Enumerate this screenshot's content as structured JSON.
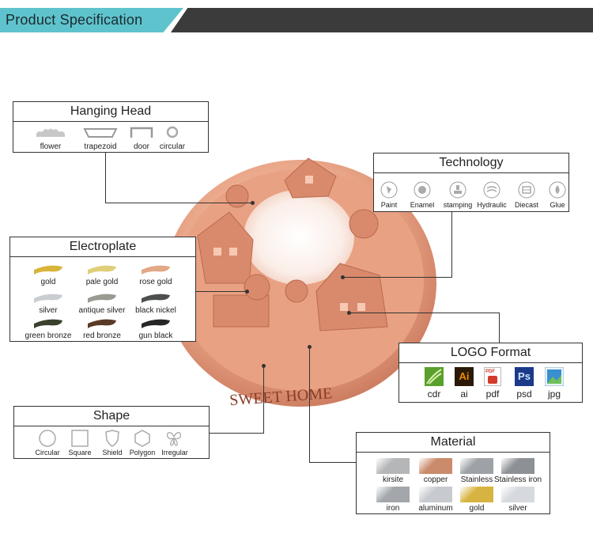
{
  "banner": {
    "title": "Product Specification"
  },
  "hanging_head": {
    "title": "Hanging Head",
    "items": [
      {
        "icon": "flower-icon",
        "label": "flower"
      },
      {
        "icon": "trapezoid-icon",
        "label": "trapezoid"
      },
      {
        "icon": "door-icon",
        "label": "door"
      },
      {
        "icon": "circular-icon",
        "label": "circular"
      }
    ]
  },
  "technology": {
    "title": "Technology",
    "items": [
      {
        "icon": "paint-icon",
        "label": "Paint"
      },
      {
        "icon": "enamel-icon",
        "label": "Enamel"
      },
      {
        "icon": "stamping-icon",
        "label": "stamping"
      },
      {
        "icon": "hydraulic-icon",
        "label": "Hydraulic"
      },
      {
        "icon": "diecast-icon",
        "label": "Diecast"
      },
      {
        "icon": "glue-icon",
        "label": "Glue"
      }
    ]
  },
  "electroplate": {
    "title": "Electroplate",
    "items": [
      {
        "label": "gold",
        "color": "#d9b43a"
      },
      {
        "label": "pale gold",
        "color": "#e0cf7a"
      },
      {
        "label": "rose gold",
        "color": "#e2a887"
      },
      {
        "label": "silver",
        "color": "#c9cdd2"
      },
      {
        "label": "antique silver",
        "color": "#9a9a92"
      },
      {
        "label": "black nickel",
        "color": "#4c4f4c"
      },
      {
        "label": "green bronze",
        "color": "#39402c"
      },
      {
        "label": "red bronze",
        "color": "#5a3a26"
      },
      {
        "label": "gun black",
        "color": "#262626"
      }
    ]
  },
  "logo_format": {
    "title": "LOGO Format",
    "items": [
      {
        "icon": "cdr-icon",
        "label": "cdr",
        "color": "#5aa02c"
      },
      {
        "icon": "ai-icon",
        "label": "ai",
        "color": "#f08a00"
      },
      {
        "icon": "pdf-icon",
        "label": "pdf",
        "color": "#d23a2a"
      },
      {
        "icon": "ps-icon",
        "label": "psd",
        "color": "#1b3b8a"
      },
      {
        "icon": "jpg-icon",
        "label": "jpg",
        "color": "#3a8fd0"
      }
    ],
    "glyphs": {
      "ai": "Ai",
      "ps": "Ps",
      "pdf": "PDF"
    }
  },
  "shape": {
    "title": "Shape",
    "items": [
      {
        "icon": "circle-shape-icon",
        "label": "Circular"
      },
      {
        "icon": "square-shape-icon",
        "label": "Square"
      },
      {
        "icon": "shield-shape-icon",
        "label": "Shield"
      },
      {
        "icon": "polygon-shape-icon",
        "label": "Polygon"
      },
      {
        "icon": "irregular-shape-icon",
        "label": "Irregular"
      }
    ]
  },
  "material": {
    "title": "Material",
    "items": [
      {
        "label": "kirsite",
        "color": "#b4b6b8"
      },
      {
        "label": "copper",
        "color": "#c98b6b"
      },
      {
        "label": "Stainless",
        "color": "#9ea2a6"
      },
      {
        "label": "Stainless iron",
        "color": "#8d9095"
      },
      {
        "label": "iron",
        "color": "#a3a7ab"
      },
      {
        "label": "aluminum",
        "color": "#c7cace"
      },
      {
        "label": "gold",
        "color": "#d7b441"
      },
      {
        "label": "silver",
        "color": "#d6d9dd"
      }
    ]
  },
  "product": {
    "ring_text": "SWEET HOME",
    "colors": {
      "rose_gold": "#e8a58a",
      "rose_dark": "#c9765a",
      "rose_light": "#f8d4c2"
    }
  }
}
